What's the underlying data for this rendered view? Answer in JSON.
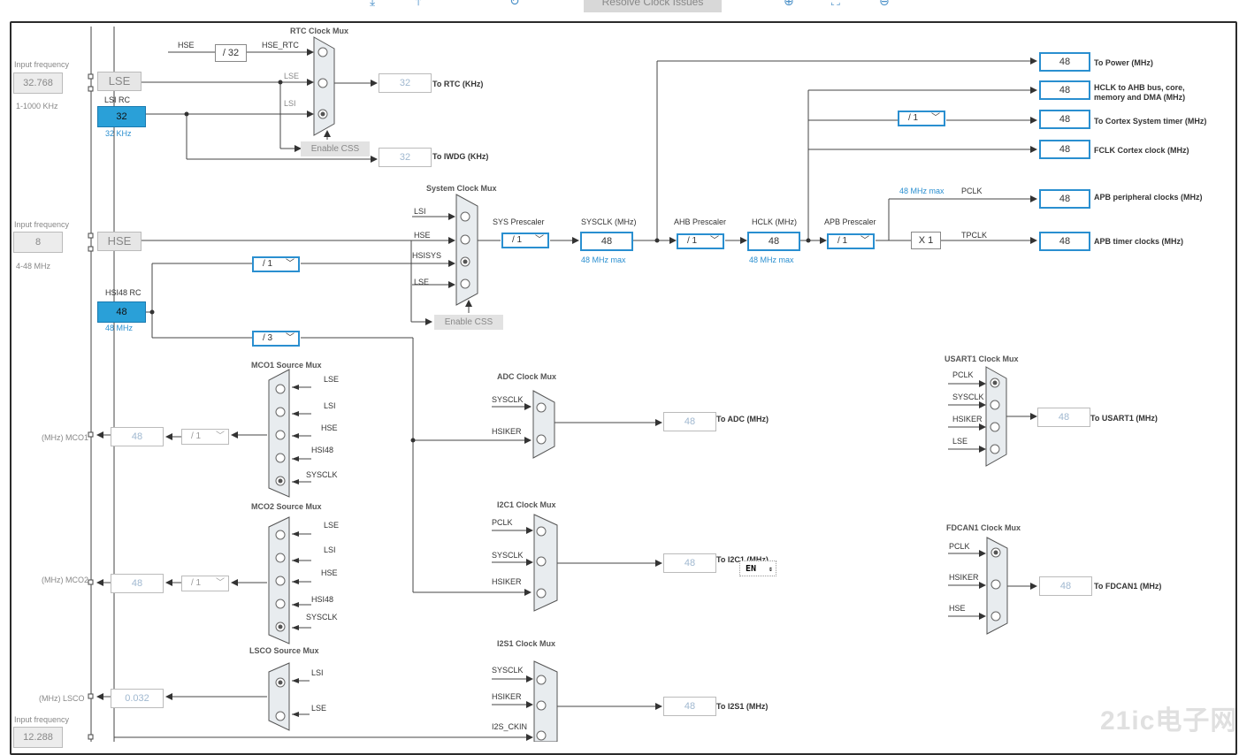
{
  "toolbar": {
    "resolve_label": "Resolve Clock Issues",
    "icons": [
      "import-icon",
      "export-icon",
      "refresh-icon",
      "zoom-in-icon",
      "fit-icon",
      "zoom-out-icon"
    ]
  },
  "inputs": {
    "lse": {
      "caption": "Input frequency",
      "value": "32.768",
      "range": "1-1000 KHz",
      "name": "LSE"
    },
    "hse": {
      "caption": "Input frequency",
      "value": "8",
      "range": "4-48 MHz",
      "name": "HSE"
    },
    "i2s_ckin": {
      "caption": "Input frequency",
      "value": "12.288"
    }
  },
  "oscillators": {
    "lsi": {
      "title": "LSI RC",
      "value": "32",
      "unit": "32 KHz"
    },
    "hsi48": {
      "title": "HSI48 RC",
      "value": "48",
      "unit": "48 MHz"
    }
  },
  "rtc_mux": {
    "title": "RTC Clock Mux",
    "hse_div": "/ 32",
    "labels": [
      "HSE",
      "HSE_RTC",
      "LSE",
      "LSI"
    ],
    "enable_css": "Enable CSS",
    "rtc_value": "32",
    "rtc_label": "To RTC (KHz)",
    "iwdg_value": "32",
    "iwdg_label": "To IWDG (KHz)"
  },
  "sys_mux": {
    "title": "System Clock Mux",
    "inputs": [
      "LSI",
      "HSE",
      "HSISYS",
      "LSE"
    ],
    "enable_css": "Enable CSS",
    "hsi_div1": "/ 1",
    "hsi_div3": "/ 3"
  },
  "chain": {
    "sys_prescaler_label": "SYS Prescaler",
    "sys_prescaler": "/ 1",
    "sysclk_label": "SYSCLK (MHz)",
    "sysclk": "48",
    "sysclk_max": "48 MHz max",
    "ahb_prescaler_label": "AHB Prescaler",
    "ahb_prescaler": "/ 1",
    "hclk_label": "HCLK (MHz)",
    "hclk": "48",
    "hclk_max": "48 MHz max",
    "apb_prescaler_label": "APB Prescaler",
    "apb_prescaler": "/ 1",
    "pclk_max": "48 MHz max",
    "pclk": "PCLK",
    "timer_mult": "X 1",
    "tpclk": "TPCLK",
    "cortex_div": "/ 1"
  },
  "outputs": [
    {
      "value": "48",
      "label": "To Power (MHz)"
    },
    {
      "value": "48",
      "label": "HCLK to AHB bus, core, memory and DMA (MHz)"
    },
    {
      "value": "48",
      "label": "To Cortex System timer (MHz)"
    },
    {
      "value": "48",
      "label": "FCLK Cortex clock (MHz)"
    },
    {
      "value": "48",
      "label": "APB peripheral clocks (MHz)"
    },
    {
      "value": "48",
      "label": "APB timer clocks (MHz)"
    }
  ],
  "mco1": {
    "title": "MCO1 Source Mux",
    "inputs": [
      "LSE",
      "LSI",
      "HSE",
      "HSI48",
      "SYSCLK"
    ],
    "div": "/ 1",
    "value": "48",
    "label": "(MHz) MCO1"
  },
  "mco2": {
    "title": "MCO2 Source Mux",
    "inputs": [
      "LSE",
      "LSI",
      "HSE",
      "HSI48",
      "SYSCLK"
    ],
    "div": "/ 1",
    "value": "48",
    "label": "(MHz) MCO2"
  },
  "lsco": {
    "title": "LSCO Source Mux",
    "inputs": [
      "LSI",
      "LSE"
    ],
    "value": "0.032",
    "label": "(MHz) LSCO"
  },
  "adc": {
    "title": "ADC Clock Mux",
    "inputs": [
      "SYSCLK",
      "HSIKER"
    ],
    "value": "48",
    "label": "To ADC (MHz)"
  },
  "i2c1": {
    "title": "I2C1 Clock Mux",
    "inputs": [
      "PCLK",
      "SYSCLK",
      "HSIKER"
    ],
    "value": "48",
    "label": "To I2C1 (MHz)"
  },
  "i2s1": {
    "title": "I2S1 Clock Mux",
    "inputs": [
      "SYSCLK",
      "HSIKER",
      "I2S_CKIN"
    ],
    "value": "48",
    "label": "To I2S1 (MHz)"
  },
  "usart1": {
    "title": "USART1 Clock Mux",
    "inputs": [
      "PCLK",
      "SYSCLK",
      "HSIKER",
      "LSE"
    ],
    "value": "48",
    "label": "To USART1 (MHz)"
  },
  "fdcan1": {
    "title": "FDCAN1 Clock Mux",
    "inputs": [
      "PCLK",
      "HSIKER",
      "HSE"
    ],
    "value": "48",
    "label": "To FDCAN1 (MHz)"
  },
  "ime": "EN",
  "watermark": "21ic电子网"
}
